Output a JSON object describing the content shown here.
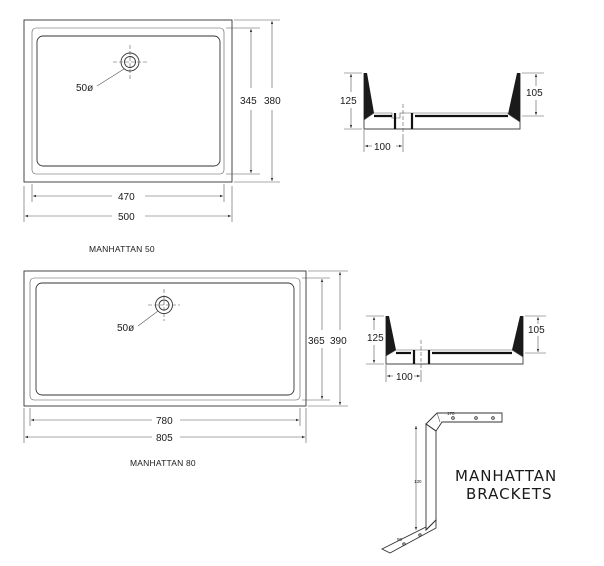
{
  "top_plan": {
    "waste_label": "50ø",
    "width_inner": "470",
    "width_outer": "500",
    "depth_inner": "345",
    "depth_outer": "380",
    "caption": "MANHATTAN 50"
  },
  "top_section": {
    "height_outer": "125",
    "height_inner": "105",
    "waste_offset": "100"
  },
  "bottom_plan": {
    "waste_label": "50ø",
    "width_inner": "780",
    "width_outer": "805",
    "depth_inner": "365",
    "depth_outer": "390",
    "caption": "MANHATTAN 80"
  },
  "bottom_section": {
    "height_outer": "125",
    "height_inner": "105",
    "waste_offset": "100"
  },
  "bracket": {
    "top_label": "170",
    "height_label": "130",
    "bottom_label": "90",
    "title_line1": "MANHATTAN",
    "title_line2": "BRACKETS"
  }
}
